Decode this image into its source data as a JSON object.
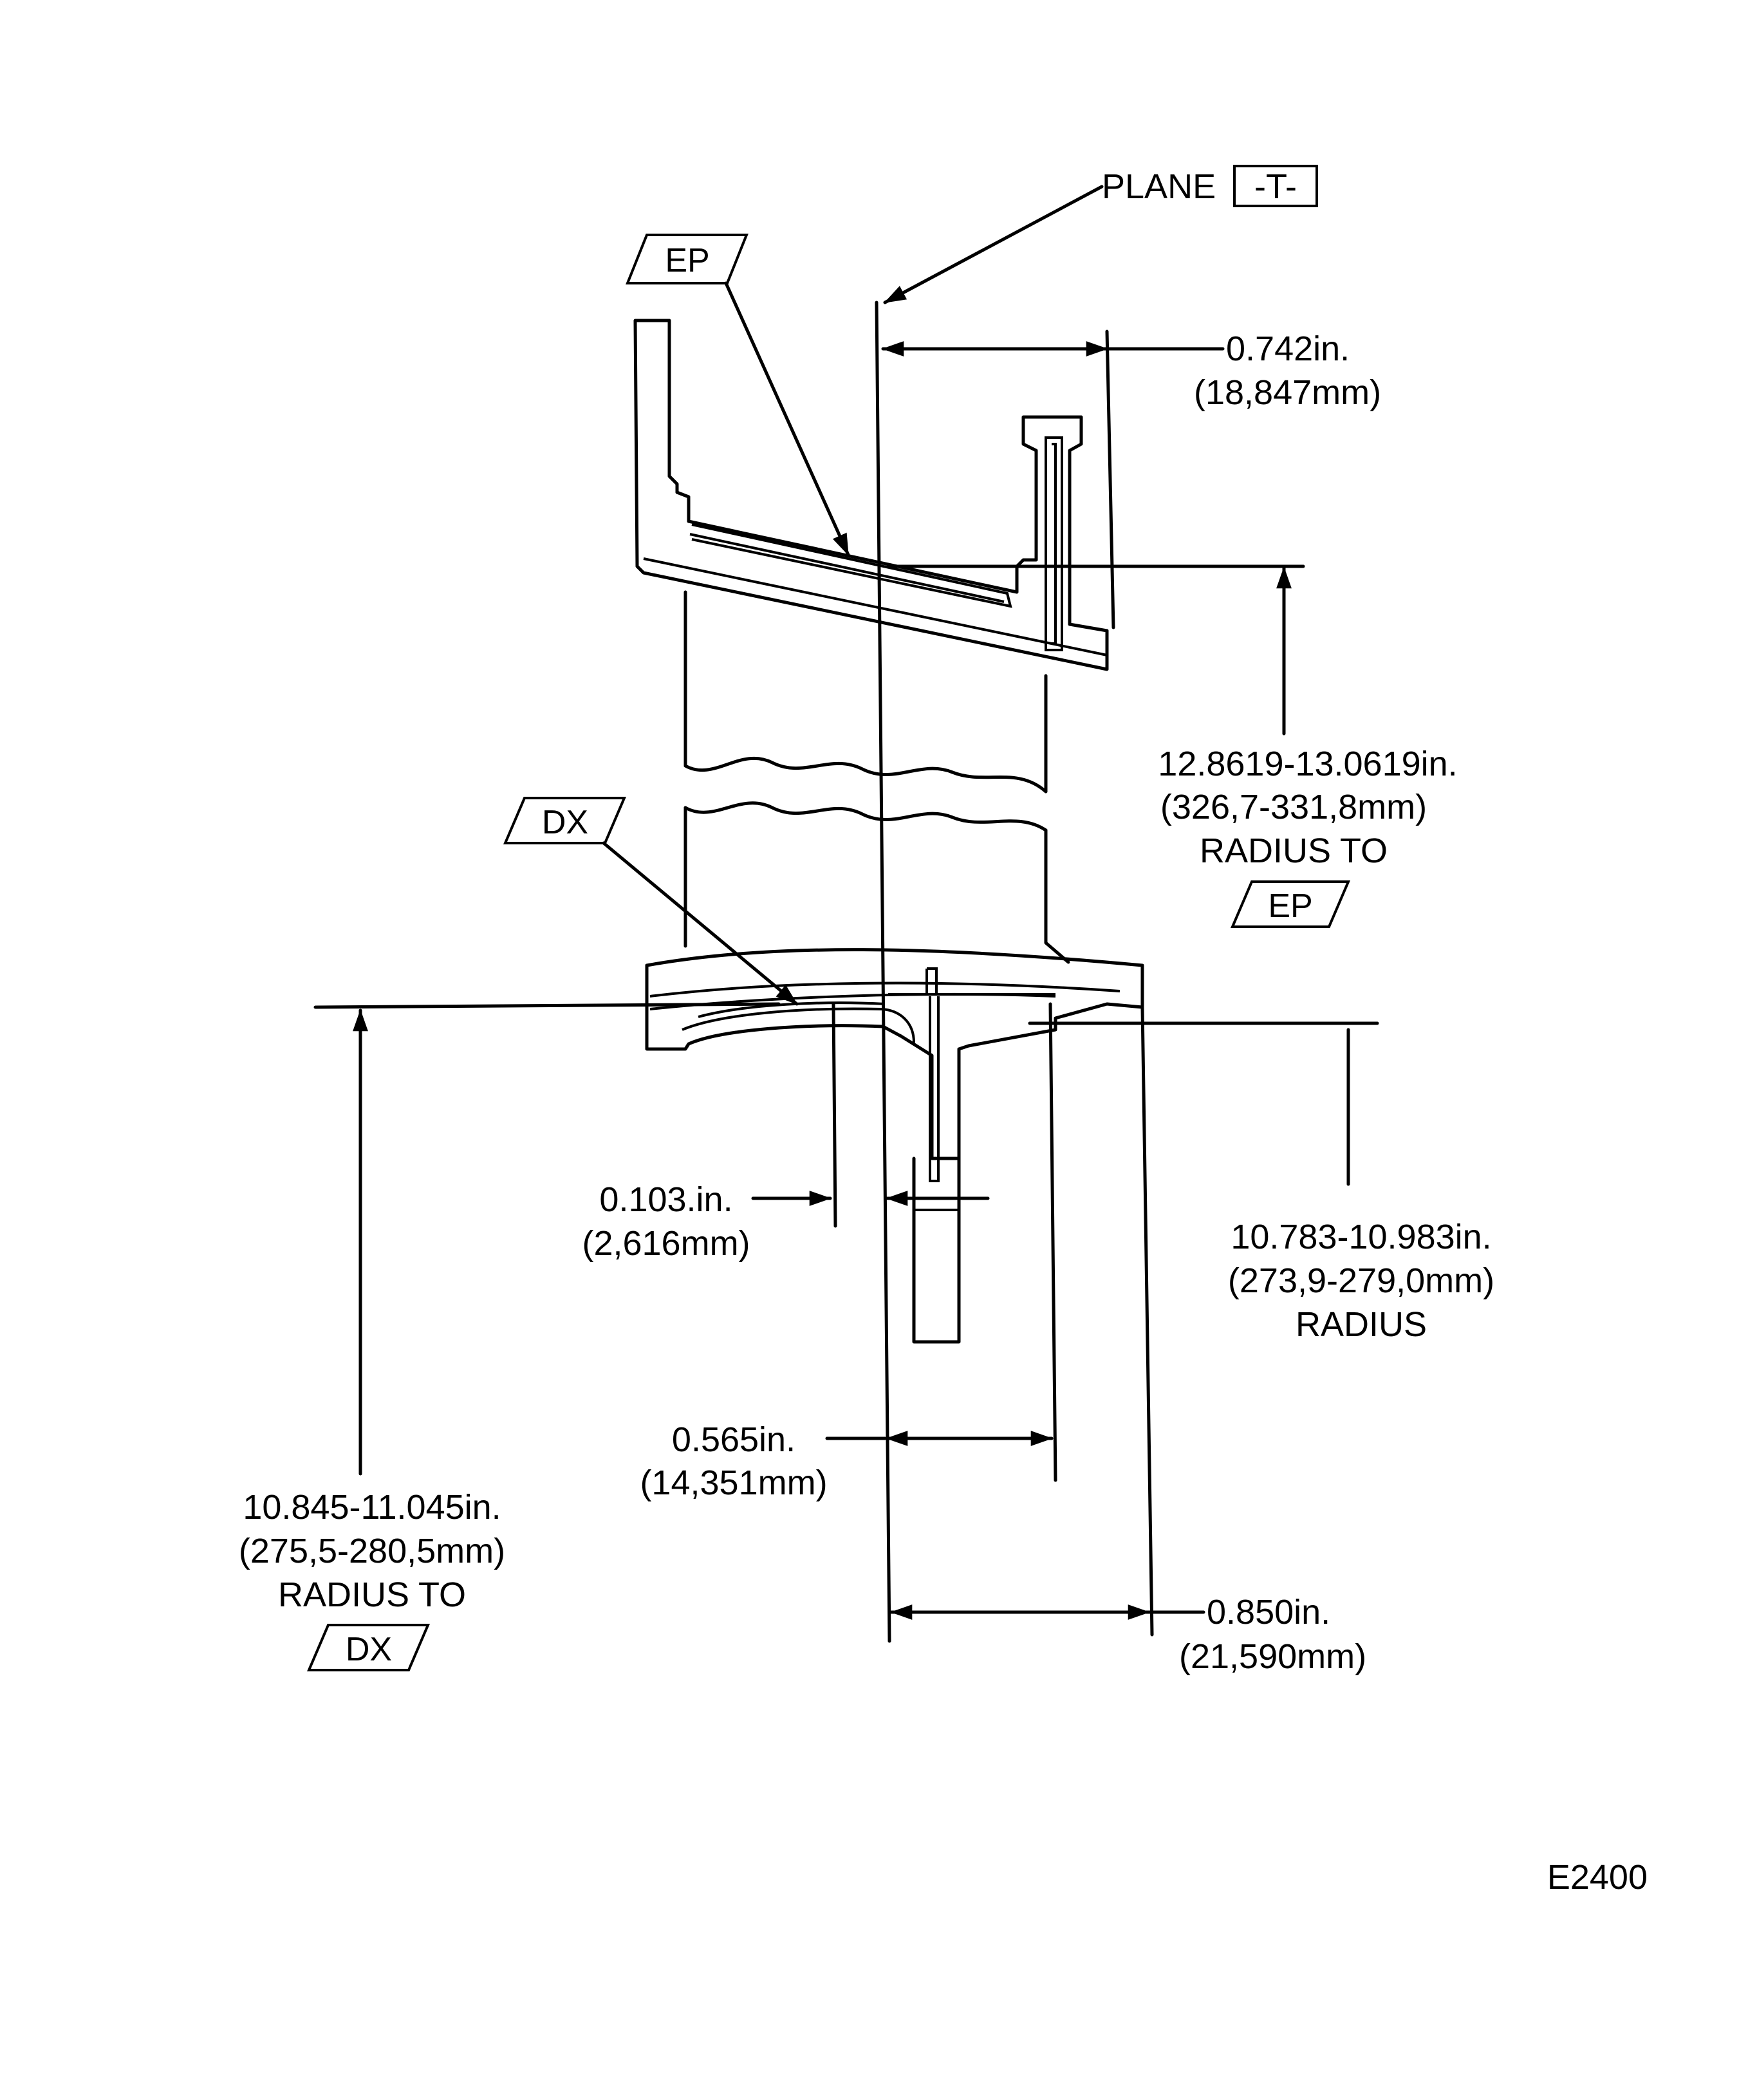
{
  "figure_id": "E2400",
  "datum_plane": {
    "prefix": "PLANE",
    "letter": "-T-"
  },
  "datum_ep": "EP",
  "datum_dx": "DX",
  "dims": {
    "d0742": {
      "in": "0.742in.",
      "mm": "(18,847mm)"
    },
    "d12861": {
      "in": "12.8619-13.0619in.",
      "mm": "(326,7-331,8mm)",
      "note": "RADIUS TO",
      "datum": "EP"
    },
    "d0103": {
      "in": "0.103.in.",
      "mm": "(2,616mm)"
    },
    "d10783": {
      "in": "10.783-10.983in.",
      "mm": "(273,9-279,0mm)",
      "note": "RADIUS"
    },
    "d0565": {
      "in": "0.565in.",
      "mm": "(14,351mm)"
    },
    "d10845": {
      "in": "10.845-11.045in.",
      "mm": "(275,5-280,5mm)",
      "note": "RADIUS TO",
      "datum": "DX"
    },
    "d0850": {
      "in": "0.850in.",
      "mm": "(21,590mm)"
    }
  }
}
